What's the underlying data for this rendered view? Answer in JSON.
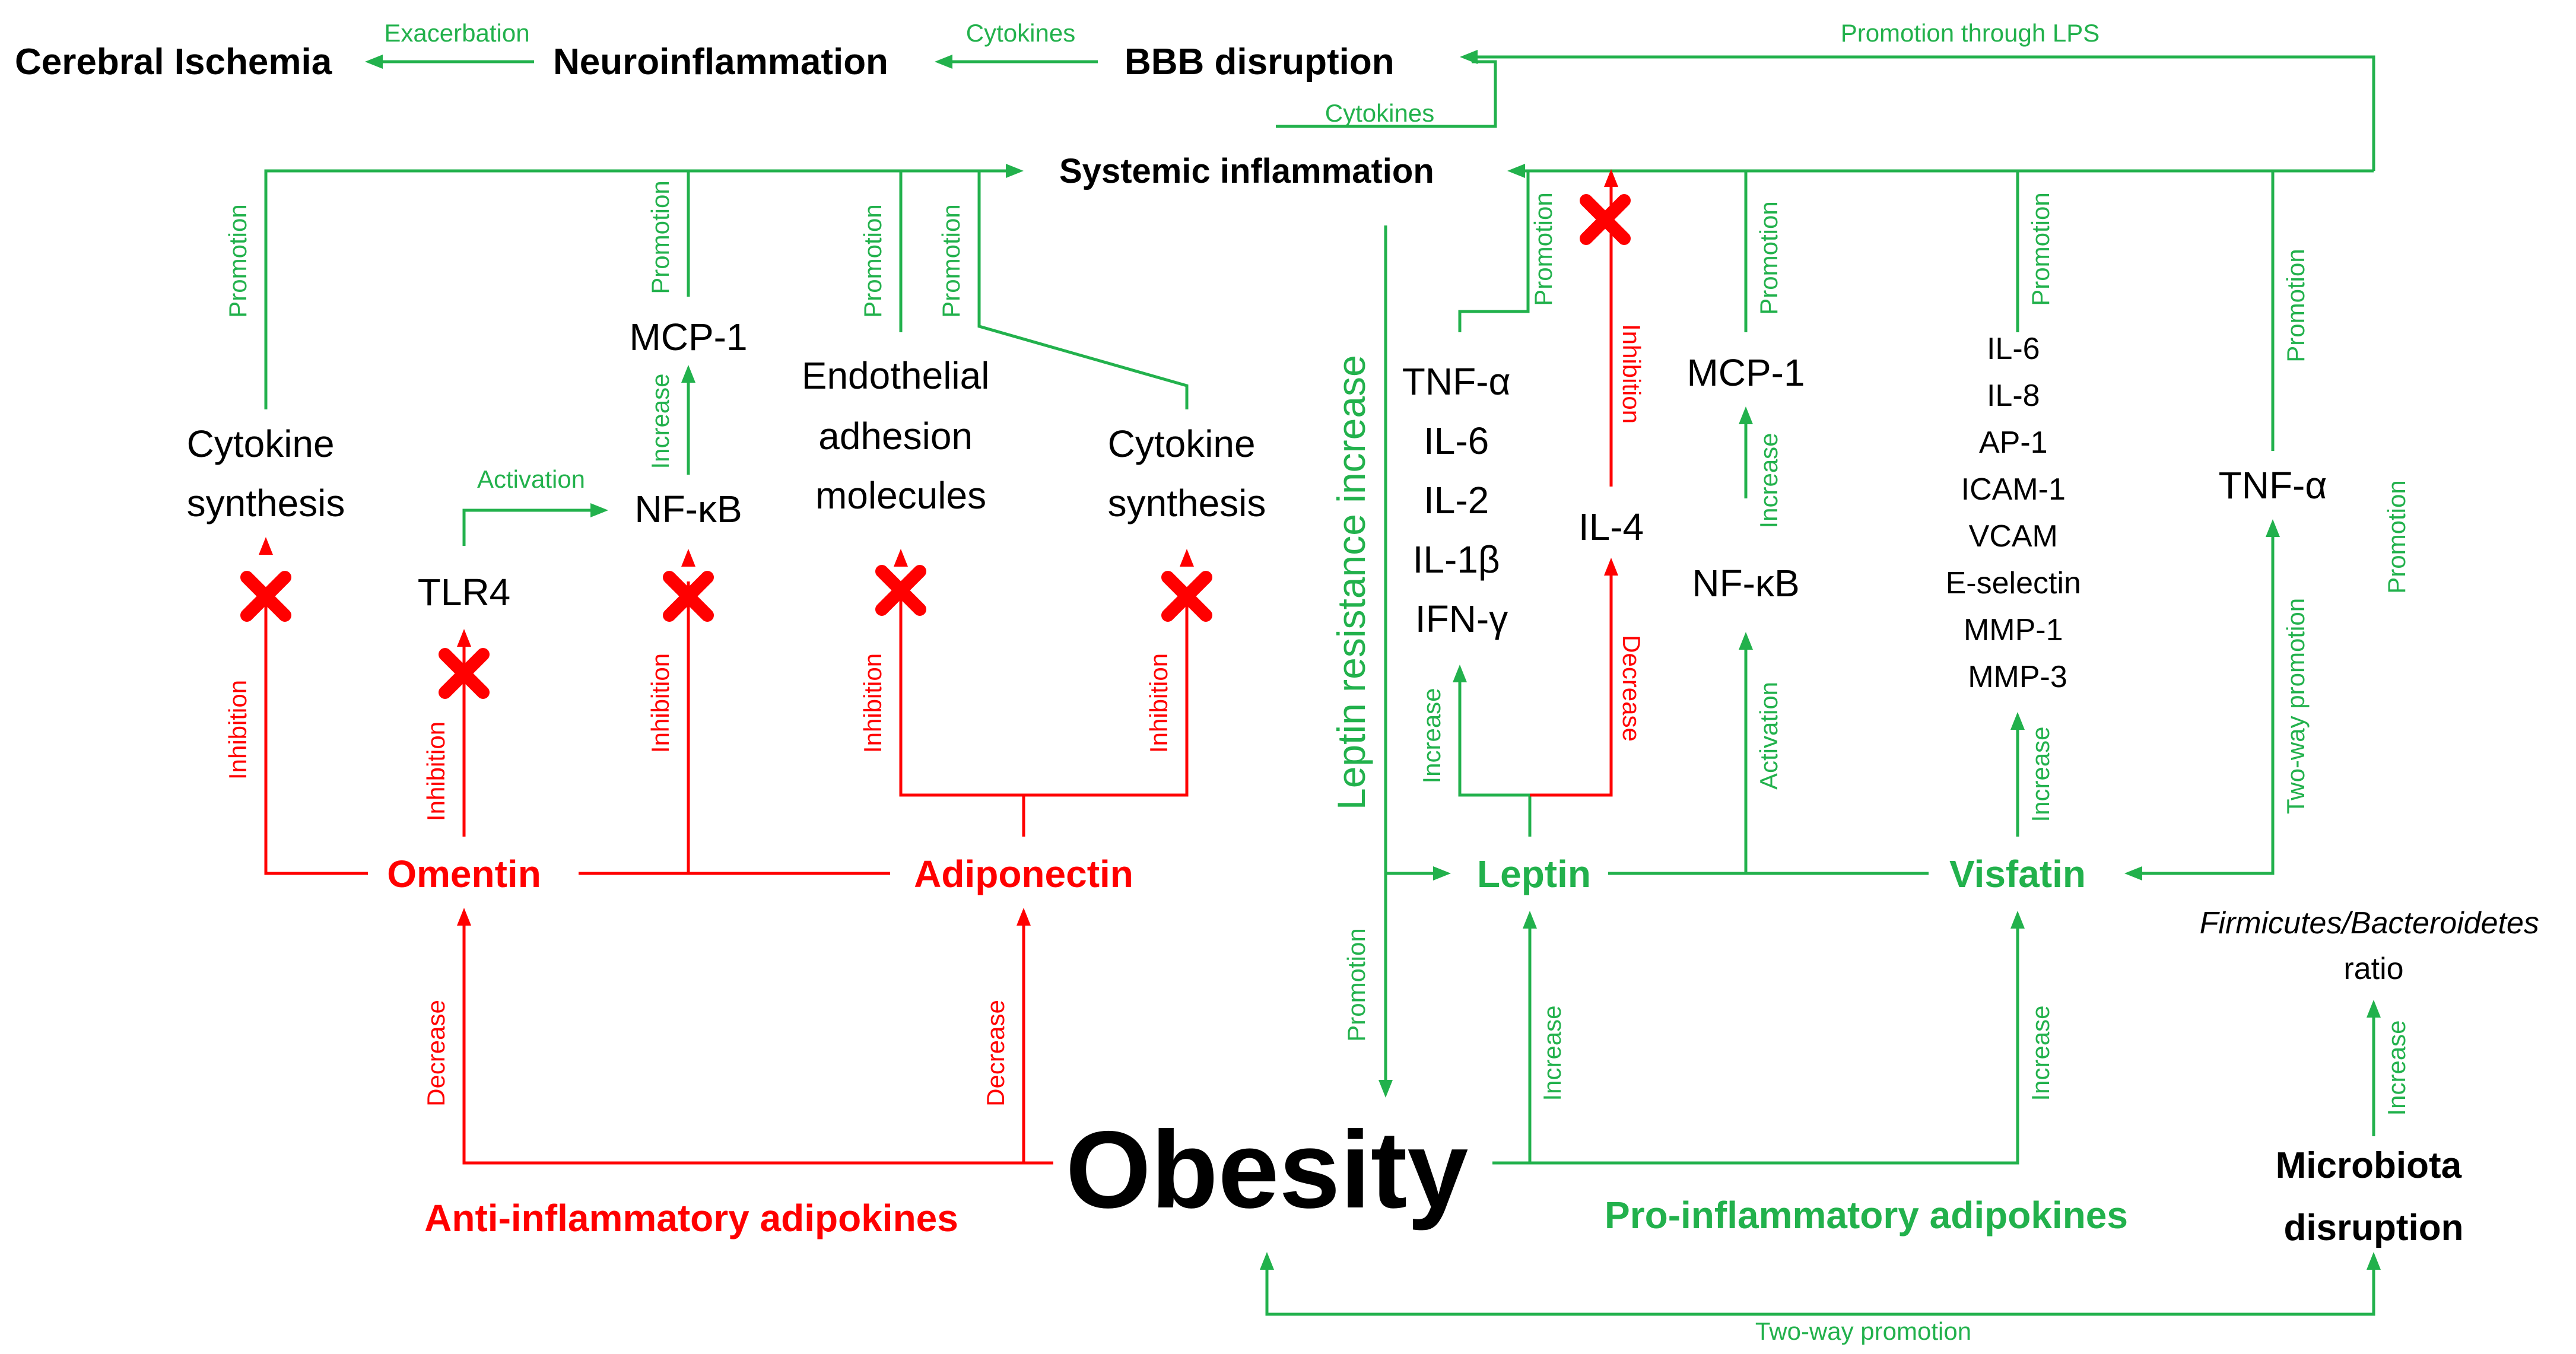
{
  "colors": {
    "promotion_green": "#22b14c",
    "inhibition_red": "#ff0000",
    "text_black": "#000000",
    "background": "#ffffff"
  },
  "nodes": {
    "cerebral_ischemia": "Cerebral Ischemia",
    "neuroinflammation": "Neuroinflammation",
    "bbb_disruption": "BBB disruption",
    "systemic_inflammation": "Systemic inflammation",
    "cytokine_synthesis_left": [
      "Cytokine",
      "synthesis"
    ],
    "tlr4": "TLR4",
    "mcp1_left": "MCP-1",
    "nfkb_left": "NF-κB",
    "endothelial_adhesion": [
      "Endothelial",
      "adhesion",
      "molecules"
    ],
    "cytokine_synthesis_right": [
      "Cytokine",
      "synthesis"
    ],
    "omentin": "Omentin",
    "adiponectin": "Adiponectin",
    "anti_inflammatory_adipokines": "Anti-inflammatory adipokines",
    "obesity": "Obesity",
    "leptin_resistance": "Leptin resistance increase",
    "leptin_cytokines": [
      "TNF-α",
      "IL-6",
      "IL-2",
      "IL-1β",
      "IFN-γ"
    ],
    "il4": "IL-4",
    "mcp1_right": "MCP-1",
    "nfkb_right": "NF-κB",
    "visfatin_targets": [
      "IL-6",
      "IL-8",
      "AP-1",
      "ICAM-1",
      "VCAM",
      "E-selectin",
      "MMP-1",
      "MMP-3"
    ],
    "tnf_alpha_right": "TNF-α",
    "leptin": "Leptin",
    "visfatin": "Visfatin",
    "pro_inflammatory_adipokines": "Pro-inflammatory adipokines",
    "fb_ratio_italic": "Firmicutes/Bacteroidetes",
    "fb_ratio_suffix": "ratio",
    "microbiota_disruption": [
      "Microbiota",
      "disruption"
    ]
  },
  "edge_labels": {
    "exacerbation": "Exacerbation",
    "cytokines_top": "Cytokines",
    "cytokines_bbb": "Cytokines",
    "promotion_through_lps": "Promotion through LPS",
    "promotion_cytokine_left": "Promotion",
    "promotion_mcp1_left": "Promotion",
    "promotion_endothelial": "Promotion",
    "promotion_cytokine_right": "Promotion",
    "increase_nfkb_mcp1_left": "Increase",
    "activation_tlr4": "Activation",
    "inhibition_omentin_cytokine": "Inhibition",
    "inhibition_tlr4": "Inhibition",
    "inhibition_nfkb": "Inhibition",
    "inhibition_endothelial": "Inhibition",
    "inhibition_cytokine_right": "Inhibition",
    "decrease_omentin": "Decrease",
    "decrease_adiponectin": "Decrease",
    "promotion_leptin_cytokines": "Promotion",
    "inhibition_il4": "Inhibition",
    "promotion_mcp1_right": "Promotion",
    "promotion_visfatin_targets": "Promotion",
    "promotion_tnf_right": "Promotion",
    "promotion_fb_ratio": "Promotion",
    "increase_leptin_cytokines": "Increase",
    "decrease_il4": "Decrease",
    "increase_nfkb_mcp1_right": "Increase",
    "activation_leptin_nfkb": "Activation",
    "increase_visfatin_targets": "Increase",
    "two_way_promotion_tnf": "Two-way promotion",
    "promotion_leptin_resistance": "Promotion",
    "increase_leptin": "Increase",
    "increase_visfatin": "Increase",
    "increase_fb_ratio": "Increase",
    "two_way_promotion_bottom": "Two-way promotion"
  }
}
